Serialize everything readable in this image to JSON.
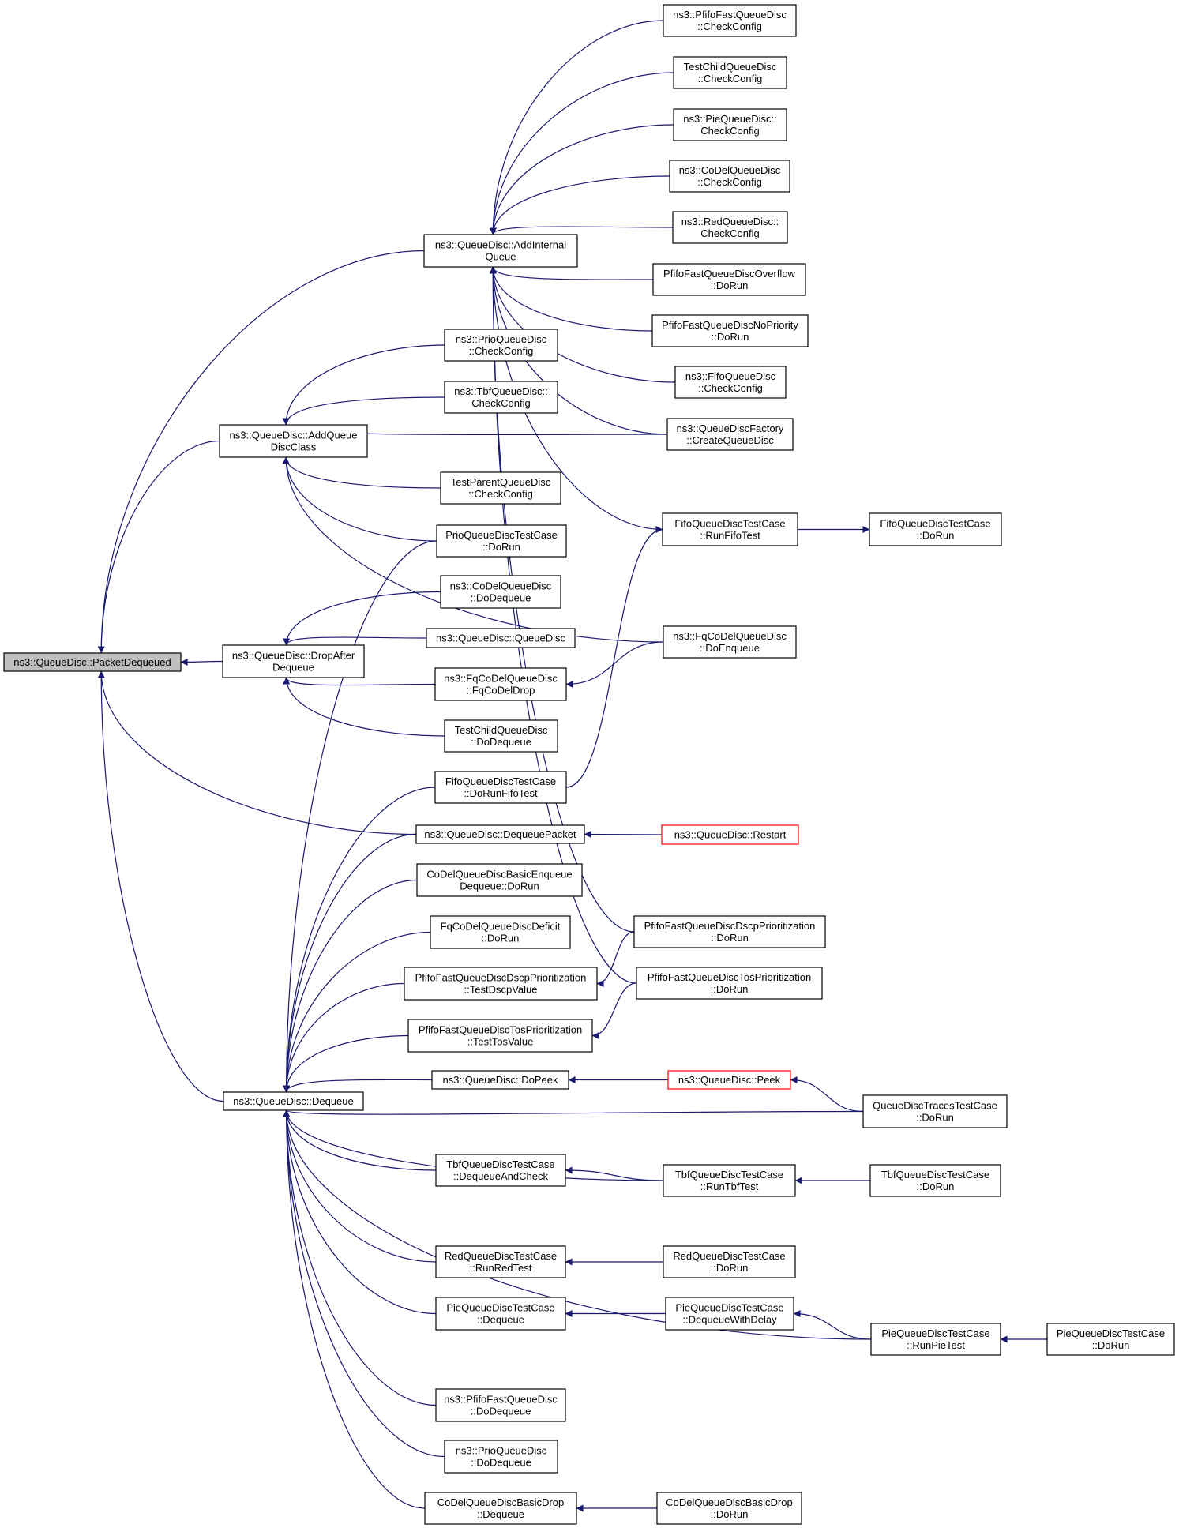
{
  "colors": {
    "edge": "#191970",
    "root_fill": "#bfbfbf",
    "highlight_border": "#ff0000"
  },
  "nodes": [
    {
      "id": "packetDequeued",
      "lines": [
        "ns3::QueueDisc::PacketDequeued"
      ]
    },
    {
      "id": "addInternalQueue",
      "lines": [
        "ns3::QueueDisc::AddInternal",
        "Queue"
      ]
    },
    {
      "id": "addQueueDiscClass",
      "lines": [
        "ns3::QueueDisc::AddQueue",
        "DiscClass"
      ]
    },
    {
      "id": "dropAfterDequeue",
      "lines": [
        "ns3::QueueDisc::DropAfter",
        "Dequeue"
      ]
    },
    {
      "id": "dequeuePacket",
      "lines": [
        "ns3::QueueDisc::DequeuePacket"
      ]
    },
    {
      "id": "dequeue",
      "lines": [
        "ns3::QueueDisc::Dequeue"
      ]
    },
    {
      "id": "pfifoCheck",
      "lines": [
        "ns3::PfifoFastQueueDisc",
        "::CheckConfig"
      ]
    },
    {
      "id": "testChildCheck",
      "lines": [
        "TestChildQueueDisc",
        "::CheckConfig"
      ]
    },
    {
      "id": "pieCheck",
      "lines": [
        "ns3::PieQueueDisc::",
        "CheckConfig"
      ]
    },
    {
      "id": "codelCheck",
      "lines": [
        "ns3::CoDelQueueDisc",
        "::CheckConfig"
      ]
    },
    {
      "id": "redCheck",
      "lines": [
        "ns3::RedQueueDisc::",
        "CheckConfig"
      ]
    },
    {
      "id": "pfifoOverflow",
      "lines": [
        "PfifoFastQueueDiscOverflow",
        "::DoRun"
      ]
    },
    {
      "id": "pfifoNoPriority",
      "lines": [
        "PfifoFastQueueDiscNoPriority",
        "::DoRun"
      ]
    },
    {
      "id": "fifoCheck",
      "lines": [
        "ns3::FifoQueueDisc",
        "::CheckConfig"
      ]
    },
    {
      "id": "factoryCreate",
      "lines": [
        "ns3::QueueDiscFactory",
        "::CreateQueueDisc"
      ]
    },
    {
      "id": "prioCheck",
      "lines": [
        "ns3::PrioQueueDisc",
        "::CheckConfig"
      ]
    },
    {
      "id": "tbfCheck",
      "lines": [
        "ns3::TbfQueueDisc::",
        "CheckConfig"
      ]
    },
    {
      "id": "testParentCheck",
      "lines": [
        "TestParentQueueDisc",
        "::CheckConfig"
      ]
    },
    {
      "id": "prioTestDoRun",
      "lines": [
        "PrioQueueDiscTestCase",
        "::DoRun"
      ]
    },
    {
      "id": "fifoRunFifoTest",
      "lines": [
        "FifoQueueDiscTestCase",
        "::RunFifoTest"
      ]
    },
    {
      "id": "fifoTestDoRun",
      "lines": [
        "FifoQueueDiscTestCase",
        "::DoRun"
      ]
    },
    {
      "id": "codelDoDequeue",
      "lines": [
        "ns3::CoDelQueueDisc",
        "::DoDequeue"
      ]
    },
    {
      "id": "queueDiscCtor",
      "lines": [
        "ns3::QueueDisc::QueueDisc"
      ]
    },
    {
      "id": "fqcodelDoEnqueue",
      "lines": [
        "ns3::FqCoDelQueueDisc",
        "::DoEnqueue"
      ]
    },
    {
      "id": "fqcodelDrop",
      "lines": [
        "ns3::FqCoDelQueueDisc",
        "::FqCoDelDrop"
      ]
    },
    {
      "id": "testChildDoDequeue",
      "lines": [
        "TestChildQueueDisc",
        "::DoDequeue"
      ]
    },
    {
      "id": "fifoDoRunFifoTest",
      "lines": [
        "FifoQueueDiscTestCase",
        "::DoRunFifoTest"
      ]
    },
    {
      "id": "restart",
      "lines": [
        "ns3::QueueDisc::Restart"
      ],
      "highlight": true
    },
    {
      "id": "codelBasicEnq",
      "lines": [
        "CoDelQueueDiscBasicEnqueue",
        "Dequeue::DoRun"
      ]
    },
    {
      "id": "fqcodelDeficit",
      "lines": [
        "FqCoDelQueueDiscDeficit",
        "::DoRun"
      ]
    },
    {
      "id": "pfifoDscpDoRun",
      "lines": [
        "PfifoFastQueueDiscDscpPrioritization",
        "::DoRun"
      ]
    },
    {
      "id": "pfifoDscpTest",
      "lines": [
        "PfifoFastQueueDiscDscpPrioritization",
        "::TestDscpValue"
      ]
    },
    {
      "id": "pfifoTosDoRun",
      "lines": [
        "PfifoFastQueueDiscTosPrioritization",
        "::DoRun"
      ]
    },
    {
      "id": "pfifoTosTest",
      "lines": [
        "PfifoFastQueueDiscTosPrioritization",
        "::TestTosValue"
      ]
    },
    {
      "id": "doPeek",
      "lines": [
        "ns3::QueueDisc::DoPeek"
      ]
    },
    {
      "id": "peek",
      "lines": [
        "ns3::QueueDisc::Peek"
      ],
      "highlight": true
    },
    {
      "id": "tracesDoRun",
      "lines": [
        "QueueDiscTracesTestCase",
        "::DoRun"
      ]
    },
    {
      "id": "tbfDequeueAndCheck",
      "lines": [
        "TbfQueueDiscTestCase",
        "::DequeueAndCheck"
      ]
    },
    {
      "id": "tbfRunTbfTest",
      "lines": [
        "TbfQueueDiscTestCase",
        "::RunTbfTest"
      ]
    },
    {
      "id": "tbfDoRun",
      "lines": [
        "TbfQueueDiscTestCase",
        "::DoRun"
      ]
    },
    {
      "id": "redRunRedTest",
      "lines": [
        "RedQueueDiscTestCase",
        "::RunRedTest"
      ]
    },
    {
      "id": "redDoRun",
      "lines": [
        "RedQueueDiscTestCase",
        "::DoRun"
      ]
    },
    {
      "id": "pieDequeue",
      "lines": [
        "PieQueueDiscTestCase",
        "::Dequeue"
      ]
    },
    {
      "id": "pieDequeueWithDelay",
      "lines": [
        "PieQueueDiscTestCase",
        "::DequeueWithDelay"
      ]
    },
    {
      "id": "pieRunPieTest",
      "lines": [
        "PieQueueDiscTestCase",
        "::RunPieTest"
      ]
    },
    {
      "id": "pieDoRun",
      "lines": [
        "PieQueueDiscTestCase",
        "::DoRun"
      ]
    },
    {
      "id": "pfifoDoDequeue",
      "lines": [
        "ns3::PfifoFastQueueDisc",
        "::DoDequeue"
      ]
    },
    {
      "id": "prioDoDequeue",
      "lines": [
        "ns3::PrioQueueDisc",
        "::DoDequeue"
      ]
    },
    {
      "id": "codelBasicDropDequeue",
      "lines": [
        "CoDelQueueDiscBasicDrop",
        "::Dequeue"
      ]
    },
    {
      "id": "codelBasicDropDoRun",
      "lines": [
        "CoDelQueueDiscBasicDrop",
        "::DoRun"
      ]
    }
  ],
  "edges": [
    [
      "addInternalQueue",
      "packetDequeued"
    ],
    [
      "addQueueDiscClass",
      "packetDequeued"
    ],
    [
      "dropAfterDequeue",
      "packetDequeued"
    ],
    [
      "dequeuePacket",
      "packetDequeued"
    ],
    [
      "dequeue",
      "packetDequeued"
    ],
    [
      "pfifoCheck",
      "addInternalQueue"
    ],
    [
      "testChildCheck",
      "addInternalQueue"
    ],
    [
      "pieCheck",
      "addInternalQueue"
    ],
    [
      "codelCheck",
      "addInternalQueue"
    ],
    [
      "redCheck",
      "addInternalQueue"
    ],
    [
      "pfifoOverflow",
      "addInternalQueue"
    ],
    [
      "pfifoNoPriority",
      "addInternalQueue"
    ],
    [
      "fifoCheck",
      "addInternalQueue"
    ],
    [
      "factoryCreate",
      "addInternalQueue"
    ],
    [
      "fifoRunFifoTest",
      "addInternalQueue"
    ],
    [
      "pfifoDscpDoRun",
      "addInternalQueue"
    ],
    [
      "pfifoTosDoRun",
      "addInternalQueue"
    ],
    [
      "prioCheck",
      "addQueueDiscClass"
    ],
    [
      "tbfCheck",
      "addQueueDiscClass"
    ],
    [
      "testParentCheck",
      "addQueueDiscClass"
    ],
    [
      "prioTestDoRun",
      "addQueueDiscClass"
    ],
    [
      "factoryCreate",
      "addQueueDiscClass"
    ],
    [
      "fqcodelDoEnqueue",
      "addQueueDiscClass"
    ],
    [
      "codelDoDequeue",
      "dropAfterDequeue"
    ],
    [
      "queueDiscCtor",
      "dropAfterDequeue"
    ],
    [
      "fqcodelDrop",
      "dropAfterDequeue"
    ],
    [
      "testChildDoDequeue",
      "dropAfterDequeue"
    ],
    [
      "fqcodelDoEnqueue",
      "fqcodelDrop"
    ],
    [
      "restart",
      "dequeuePacket"
    ],
    [
      "fifoDoRunFifoTest",
      "fifoRunFifoTest"
    ],
    [
      "fifoRunFifoTest",
      "fifoTestDoRun"
    ],
    [
      "prioTestDoRun",
      "dequeue"
    ],
    [
      "fifoDoRunFifoTest",
      "dequeue"
    ],
    [
      "dequeuePacket",
      "dequeue"
    ],
    [
      "codelBasicEnq",
      "dequeue"
    ],
    [
      "fqcodelDeficit",
      "dequeue"
    ],
    [
      "pfifoDscpTest",
      "dequeue"
    ],
    [
      "pfifoTosTest",
      "dequeue"
    ],
    [
      "doPeek",
      "dequeue"
    ],
    [
      "tracesDoRun",
      "dequeue"
    ],
    [
      "tbfDequeueAndCheck",
      "dequeue"
    ],
    [
      "tbfRunTbfTest",
      "dequeue"
    ],
    [
      "redRunRedTest",
      "dequeue"
    ],
    [
      "pieDequeue",
      "dequeue"
    ],
    [
      "pieRunPieTest",
      "dequeue"
    ],
    [
      "pfifoDoDequeue",
      "dequeue"
    ],
    [
      "prioDoDequeue",
      "dequeue"
    ],
    [
      "codelBasicDropDequeue",
      "dequeue"
    ],
    [
      "pfifoDscpDoRun",
      "pfifoDscpTest"
    ],
    [
      "pfifoTosDoRun",
      "pfifoTosTest"
    ],
    [
      "peek",
      "doPeek"
    ],
    [
      "tracesDoRun",
      "peek"
    ],
    [
      "tbfRunTbfTest",
      "tbfDequeueAndCheck"
    ],
    [
      "tbfDoRun",
      "tbfRunTbfTest"
    ],
    [
      "redDoRun",
      "redRunRedTest"
    ],
    [
      "pieDequeueWithDelay",
      "pieDequeue"
    ],
    [
      "pieRunPieTest",
      "pieDequeueWithDelay"
    ],
    [
      "pieDoRun",
      "pieRunPieTest"
    ],
    [
      "codelBasicDropDoRun",
      "codelBasicDropDequeue"
    ]
  ]
}
